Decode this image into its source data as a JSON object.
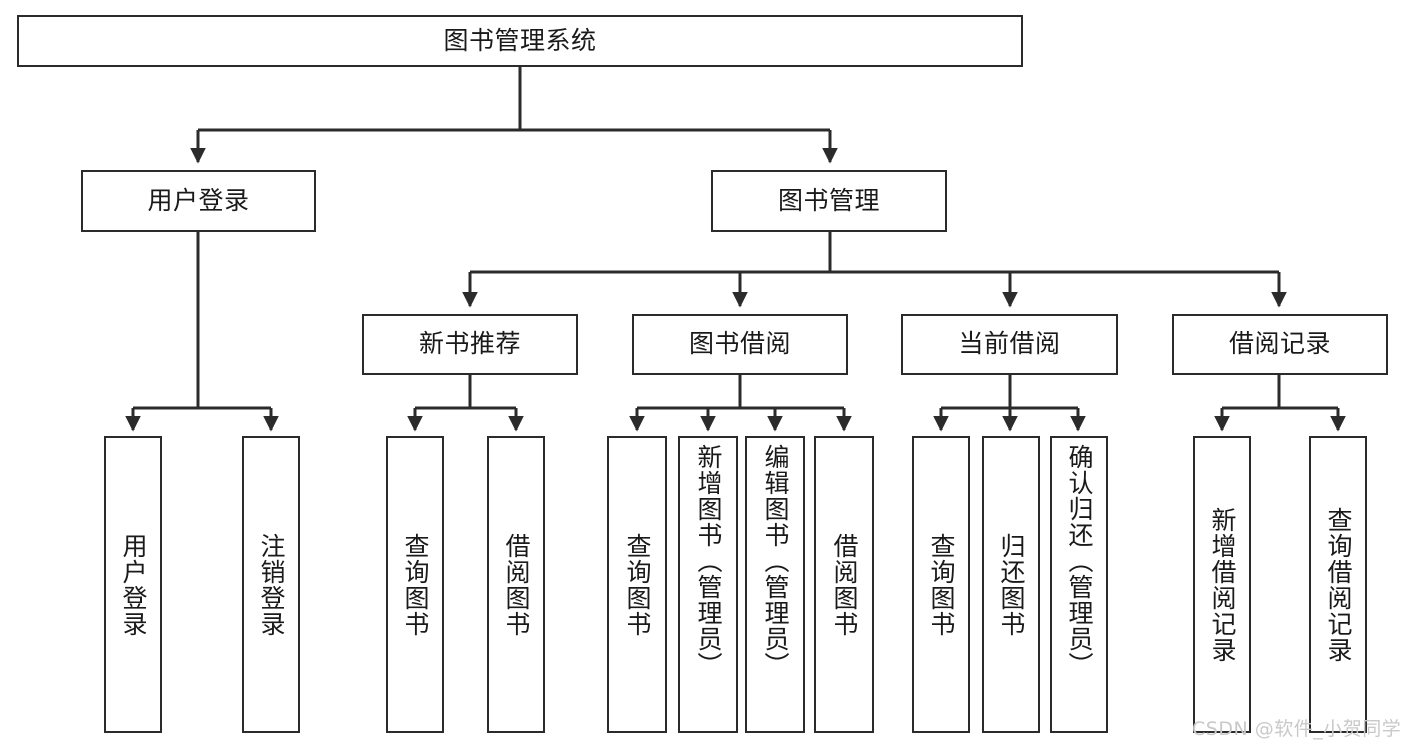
{
  "diagram": {
    "type": "tree",
    "title": "图书管理系统",
    "watermark": "CSDN @软件_小贺同学",
    "colors": {
      "stroke": "#2b2b2b",
      "fill": "#ffffff",
      "text": "#1a1a1a",
      "watermark": "#c9c9c9"
    },
    "nodes": {
      "root": {
        "label": "图书管理系统"
      },
      "level2": [
        {
          "label": "用户登录"
        },
        {
          "label": "图书管理"
        }
      ],
      "level3": [
        {
          "label": "新书推荐"
        },
        {
          "label": "图书借阅"
        },
        {
          "label": "当前借阅"
        },
        {
          "label": "借阅记录"
        }
      ],
      "leaves": {
        "user_login": [
          {
            "label": "用户登录"
          },
          {
            "label": "注销登录"
          }
        ],
        "new_book_recommend": [
          {
            "label": "查询图书"
          },
          {
            "label": "借阅图书"
          }
        ],
        "book_borrow": [
          {
            "label": "查询图书"
          },
          {
            "label": "新增图书（管理员）"
          },
          {
            "label": "编辑图书（管理员）"
          },
          {
            "label": "借阅图书"
          }
        ],
        "current_borrow": [
          {
            "label": "查询图书"
          },
          {
            "label": "归还图书"
          },
          {
            "label": "确认归还（管理员）"
          }
        ],
        "borrow_record": [
          {
            "label": "新增借阅记录"
          },
          {
            "label": "查询借阅记录"
          }
        ]
      }
    }
  }
}
